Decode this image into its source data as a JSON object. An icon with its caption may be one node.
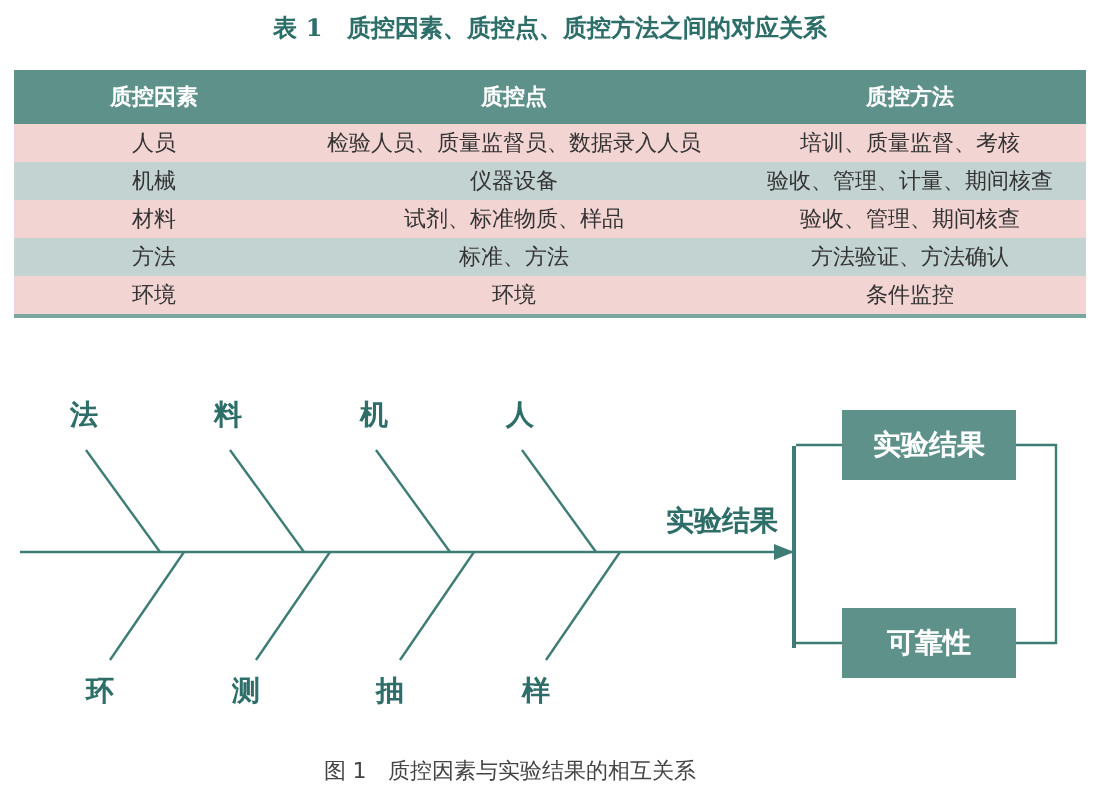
{
  "diagram": {
    "title": "表 1　质控因素、质控点、质控方法之间的对应关系",
    "caption": "图 1　质控因素与实验结果的相互关系",
    "nodes": [
      {
        "text": [
          "实验结果"
        ]
      },
      {
        "text": [
          "可靠性"
        ]
      },
      {
        "text": [],
        "shape": "bar"
      }
    ],
    "edges": [
      {
        "from": null,
        "to": 2,
        "arrow": "to",
        "label": "实验结果"
      },
      {
        "from": 2,
        "to": 0,
        "arrow": "none"
      },
      {
        "from": 2,
        "to": 1,
        "arrow": "none"
      },
      {
        "from": 0,
        "to": 1,
        "arrow": "none"
      }
    ],
    "labels": [
      "质控因素",
      "质控点",
      "质控方法",
      "人员",
      "检验人员、质量监督员、数据录入人员",
      "培训、质量监督、考核",
      "机械",
      "仪器设备",
      "验收、管理、计量、期间核查",
      "材料",
      "试剂、标准物质、样品",
      "验收、管理、期间核查",
      "方法",
      "标准、方法",
      "方法验证、方法确认",
      "环境",
      "环境",
      "条件监控",
      "法",
      "料",
      "机",
      "人",
      "环",
      "测",
      "抽",
      "样"
    ]
  }
}
